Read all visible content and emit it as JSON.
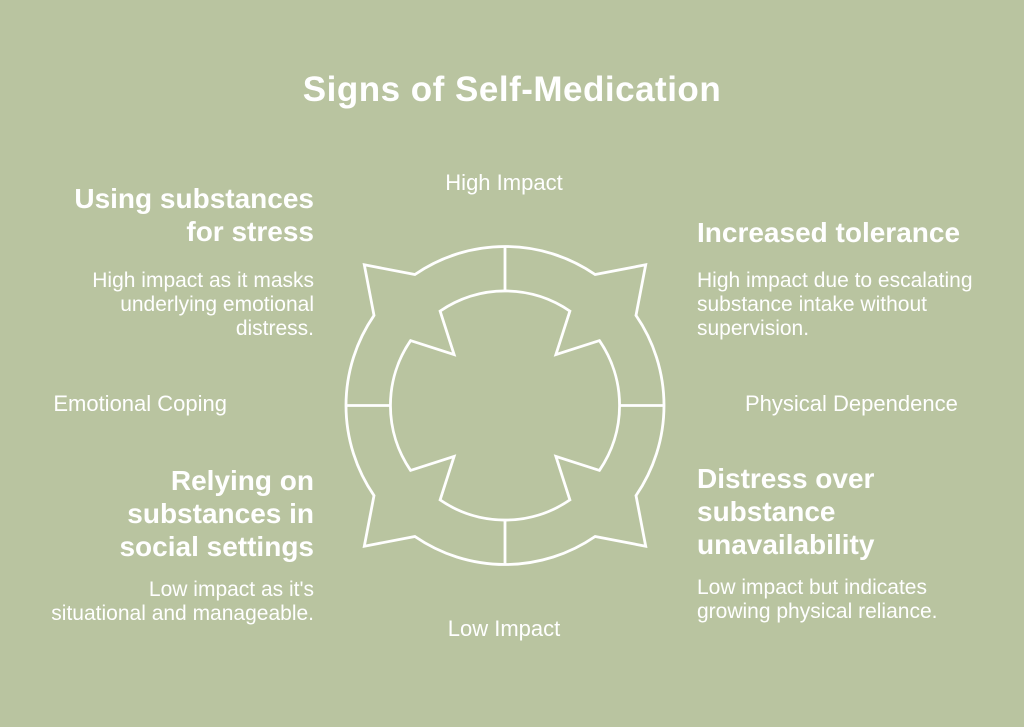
{
  "colors": {
    "background": "#b9c4a0",
    "foreground": "#ffffff"
  },
  "header": {
    "title": "Signs of Self-Medication"
  },
  "diagram": {
    "type": "impact-quadrant-cycle",
    "axis_labels": {
      "top": "High Impact",
      "bottom": "Low Impact",
      "left": "Emotional Coping",
      "right": "Physical Dependence"
    },
    "quadrants": [
      {
        "position": "top-left",
        "heading": "Using substances\nfor stress",
        "body": "High impact as it masks\nunderlying emotional\ndistress."
      },
      {
        "position": "top-right",
        "heading": "Increased tolerance",
        "body": "High impact due to escalating\nsubstance intake without\nsupervision."
      },
      {
        "position": "bottom-left",
        "heading": "Relying on\nsubstances in\nsocial settings",
        "body": "Low impact as it's\nsituational and manageable."
      },
      {
        "position": "bottom-right",
        "heading": "Distress over\nsubstance\nunavailability",
        "body": "Low impact but indicates\ngrowing physical reliance."
      }
    ]
  }
}
